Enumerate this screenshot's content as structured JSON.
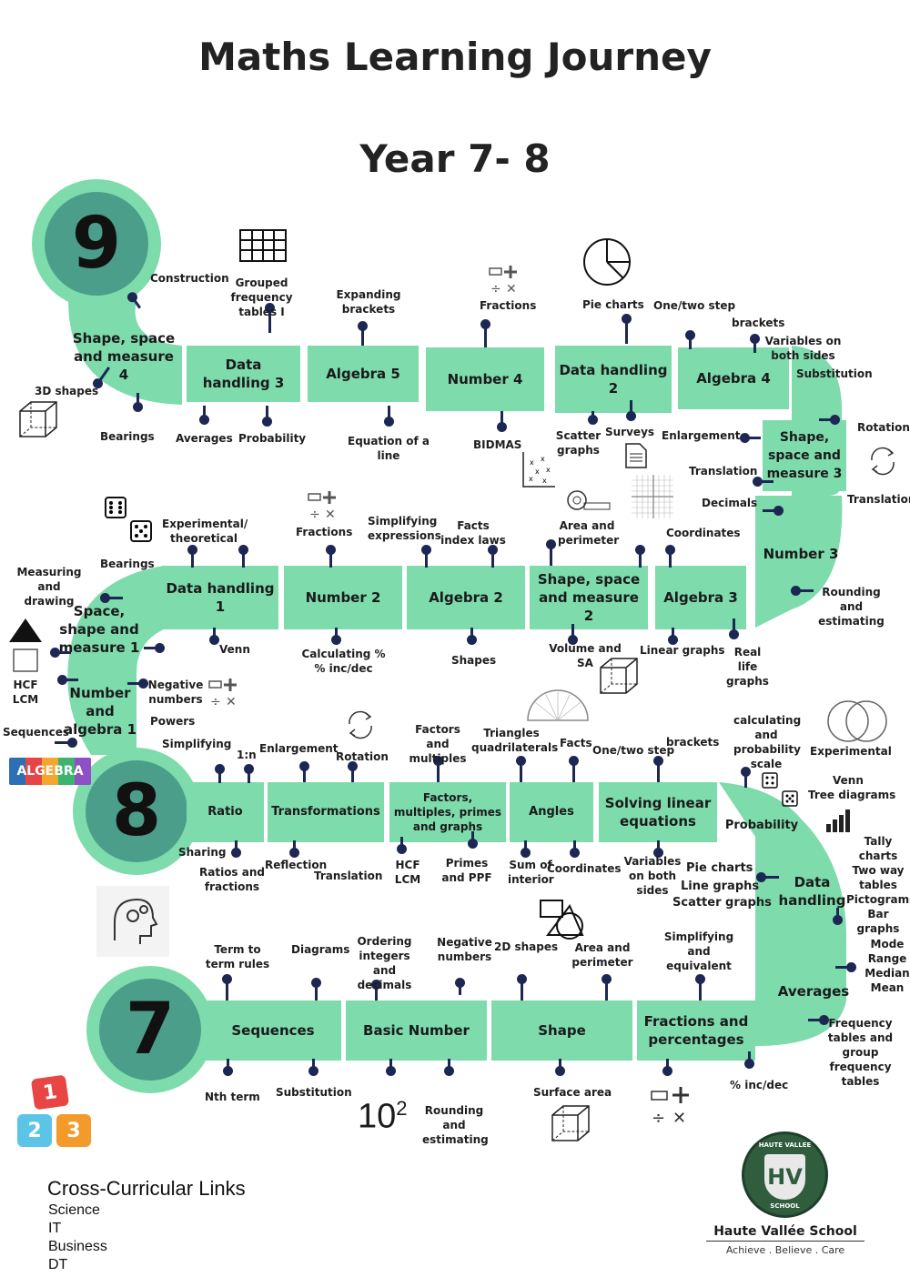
{
  "title": "Maths Learning Journey",
  "subtitle": "Year 7- 8",
  "years": {
    "y9": "9",
    "y8": "8",
    "y7": "7"
  },
  "segments": {
    "ssm4": "Shape, space and measure 4",
    "dh3": "Data handling 3",
    "alg5": "Algebra 5",
    "num4": "Number 4",
    "dh2": "Data handling 2",
    "alg4": "Algebra 4",
    "ss_right": "Shape, space and measure 3",
    "num3": "Number 3",
    "alg3": "Algebra 3",
    "ssm2": "Shape, space and measure 2",
    "alg2": "Algebra 2",
    "num2": "Number 2",
    "dh1": "Data handling 1",
    "ssm1": "Space, shape and measure 1",
    "na1": "Number and algebra 1",
    "ratio": "Ratio",
    "transformations": "Transformations",
    "factors": "Factors, multiples, primes and graphs",
    "angles": "Angles",
    "sle": "Solving linear equations",
    "probability": "Probability",
    "datahandling": "Data handling",
    "averages": "Averages",
    "fracperc": "Fractions and percentages",
    "shape": "Shape",
    "basicnumber": "Basic Number",
    "sequences": "Sequences"
  },
  "topics": {
    "construction": "Construction",
    "grouped": "Grouped frequency tables I",
    "expanding": "Expanding brackets",
    "fractions_top": "Fractions",
    "piecharts_top": "Pie charts",
    "onetwostep_top": "One/two step",
    "brackets_top": "brackets",
    "varsboth": "Variables on both sides",
    "substitution_top": "Substitution",
    "shapes3d": "3D shapes",
    "bearings_top": "Bearings",
    "averages_top": "Averages",
    "probability_top": "Probability",
    "eqline": "Equation of a line",
    "bidmas": "BIDMAS",
    "scatter": "Scatter graphs",
    "surveys": "Surveys",
    "enlargement_r": "Enlargement",
    "rotation_r": "Rotation",
    "translation_r1": "Translation",
    "translation_r2": "Translation",
    "decimals": "Decimals",
    "coordinates_mid": "Coordinates",
    "rounding_mid": "Rounding and estimating",
    "areaper_mid": "Area and perimeter",
    "factsindex": "Facts index laws",
    "simplifying_expr": "Simplifying expressions",
    "fractions_mid": "Fractions",
    "exptheor": "Experimental/ theoretical",
    "bearings_mid": "Bearings",
    "measuring": "Measuring and drawing",
    "venn_mid": "Venn",
    "calcperc": "Calculating % % inc/dec",
    "shapes_mid": "Shapes",
    "volumesa": "Volume and SA",
    "lineargraphs": "Linear graphs",
    "reallife": "Real life graphs",
    "hcf_left": "HCF LCM",
    "negnum": "Negative numbers",
    "powers": "Powers",
    "sequences_left": "Sequences",
    "simplifying_left": "Simplifying",
    "one_n": "1:n",
    "enlargement_8": "Enlargement",
    "rotation_8": "Rotation",
    "factmult": "Factors and multiples",
    "triangles": "Triangles quadrilaterals",
    "facts_8": "Facts",
    "onetwostep_8": "One/two step",
    "brackets_8": "brackets",
    "calcprob": "calculating and probability scale",
    "experimental_8": "Experimental",
    "venn_8": "Venn",
    "tree": "Tree diagrams",
    "tally": "Tally charts Two way tables Pictograms Bar graphs",
    "sharing": "Sharing",
    "ratiosfrac": "Ratios and fractions",
    "reflection": "Reflection",
    "translation_8": "Translation",
    "hcf_8": "HCF LCM",
    "primesppf": "Primes and PPF",
    "suminterior": "Sum of interior",
    "coordinates_8": "Coordinates",
    "varsboth_8": "Variables on both sides",
    "piecharts_8": "Pie charts",
    "linegraphs_8": "Line graphs",
    "scatter_8": "Scatter graphs",
    "termtoterm": "Term to term rules",
    "diagrams": "Diagrams",
    "ordering": "Ordering integers and decimals",
    "negative_7": "Negative numbers",
    "shapes2d": "2D shapes",
    "areaper_7": "Area and perimeter",
    "simplifying_7": "Simplifying and equivalent",
    "mmm": "Mode Range Median Mean",
    "freqtables": "Frequency tables and group frequency tables",
    "percincdec": "% inc/dec",
    "nthterm": "Nth term",
    "substitution_7": "Substitution",
    "rounding_7": "Rounding and estimating",
    "surfacearea": "Surface area",
    "ten": "10",
    "ten_exp": "2"
  },
  "algebra_badge": "ALGEBRA",
  "cross_curricular": {
    "heading": "Cross-Curricular Links",
    "items": [
      "Science",
      "IT",
      "Business",
      "DT"
    ]
  },
  "school": {
    "name": "Haute Vallée School",
    "motto": "Achieve . Believe . Care",
    "crest_top": "HAUTE VALLEE",
    "crest_letters": "HV",
    "crest_bottom": "SCHOOL"
  },
  "blocks": [
    "1",
    "2",
    "3"
  ],
  "colors": {
    "track": "#7ddbac",
    "badge_inner": "#4a9e8a",
    "pin": "#1c2754"
  }
}
